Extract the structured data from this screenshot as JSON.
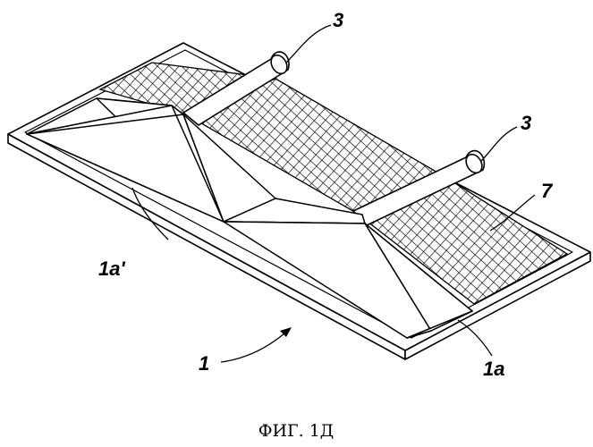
{
  "figure": {
    "caption": "ФИГ. 1Д",
    "labels": {
      "rod_upper": "3",
      "rod_lower": "3",
      "mesh": "7",
      "prism_left": "1a'",
      "prism_right": "1a",
      "device": "1"
    }
  },
  "colors": {
    "line": "#000000",
    "background": "#ffffff"
  }
}
